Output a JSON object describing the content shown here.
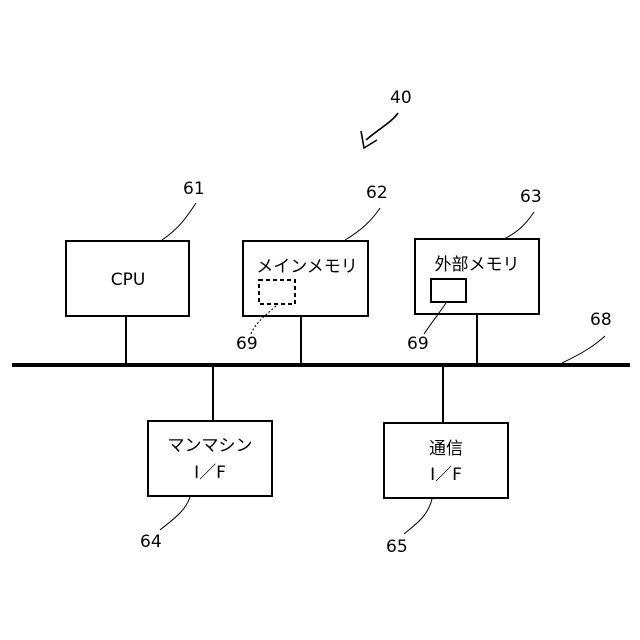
{
  "figure": {
    "ref_system": "40",
    "ref_bus": "68",
    "blocks": {
      "cpu": {
        "label": "CPU",
        "ref": "61"
      },
      "main_memory": {
        "label": "メインメモリ",
        "ref": "62",
        "program_ref": "69"
      },
      "external_memory": {
        "label": "外部メモリ",
        "ref": "63",
        "program_ref": "69"
      },
      "hmi": {
        "label_line1": "マンマシン",
        "label_line2": "I／F",
        "ref": "64"
      },
      "comm": {
        "label_line1": "通信",
        "label_line2": "I／F",
        "ref": "65"
      }
    }
  }
}
